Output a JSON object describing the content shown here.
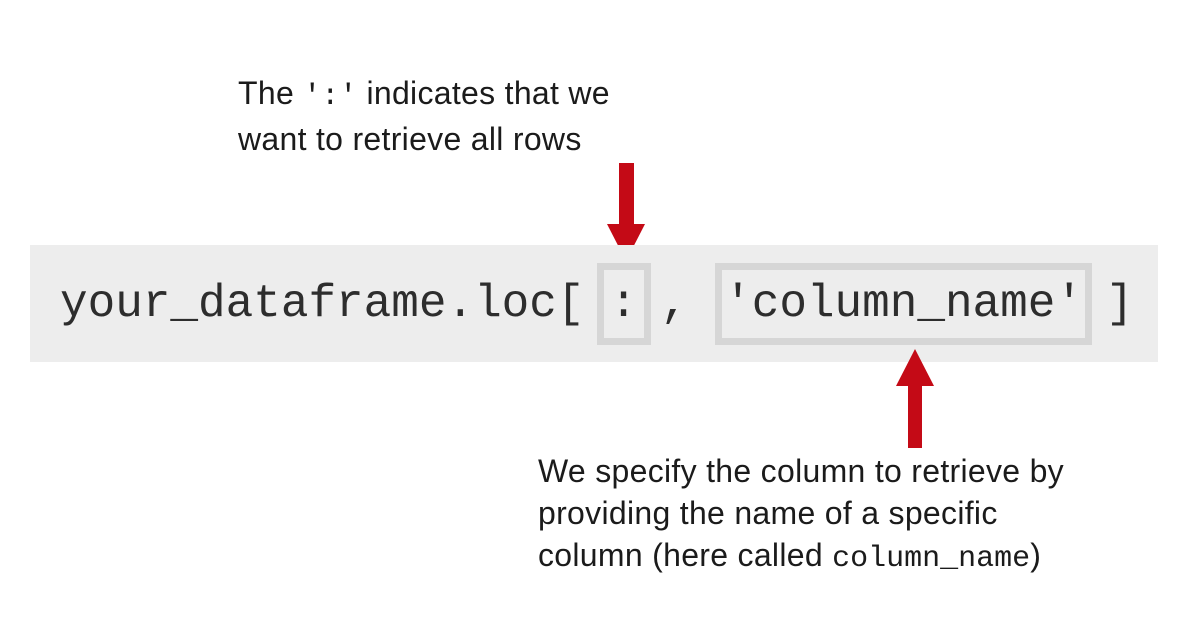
{
  "top_annotation": {
    "line1_prefix": "The ",
    "line1_code": "':'",
    "line1_suffix": " indicates that we",
    "line2": "want to retrieve all rows"
  },
  "code_line": {
    "prefix": "your_dataframe.loc[",
    "row_selector": ":",
    "separator": ",",
    "column_selector": "'column_name'",
    "suffix": "]"
  },
  "bottom_annotation": {
    "line1": "We specify the column to retrieve by",
    "line2": "providing the name of a specific",
    "line3_prefix": "column (here called ",
    "line3_code": "column_name",
    "line3_suffix": ")"
  },
  "icons": {
    "down_arrow": "arrow-down",
    "up_arrow": "arrow-up"
  },
  "colors": {
    "highlight_band": "#ededed",
    "token_box_border": "#d6d6d6",
    "arrow_red": "#c40a16",
    "annotation_text": "#1b1b1b",
    "code_text": "#2d2d2d"
  }
}
